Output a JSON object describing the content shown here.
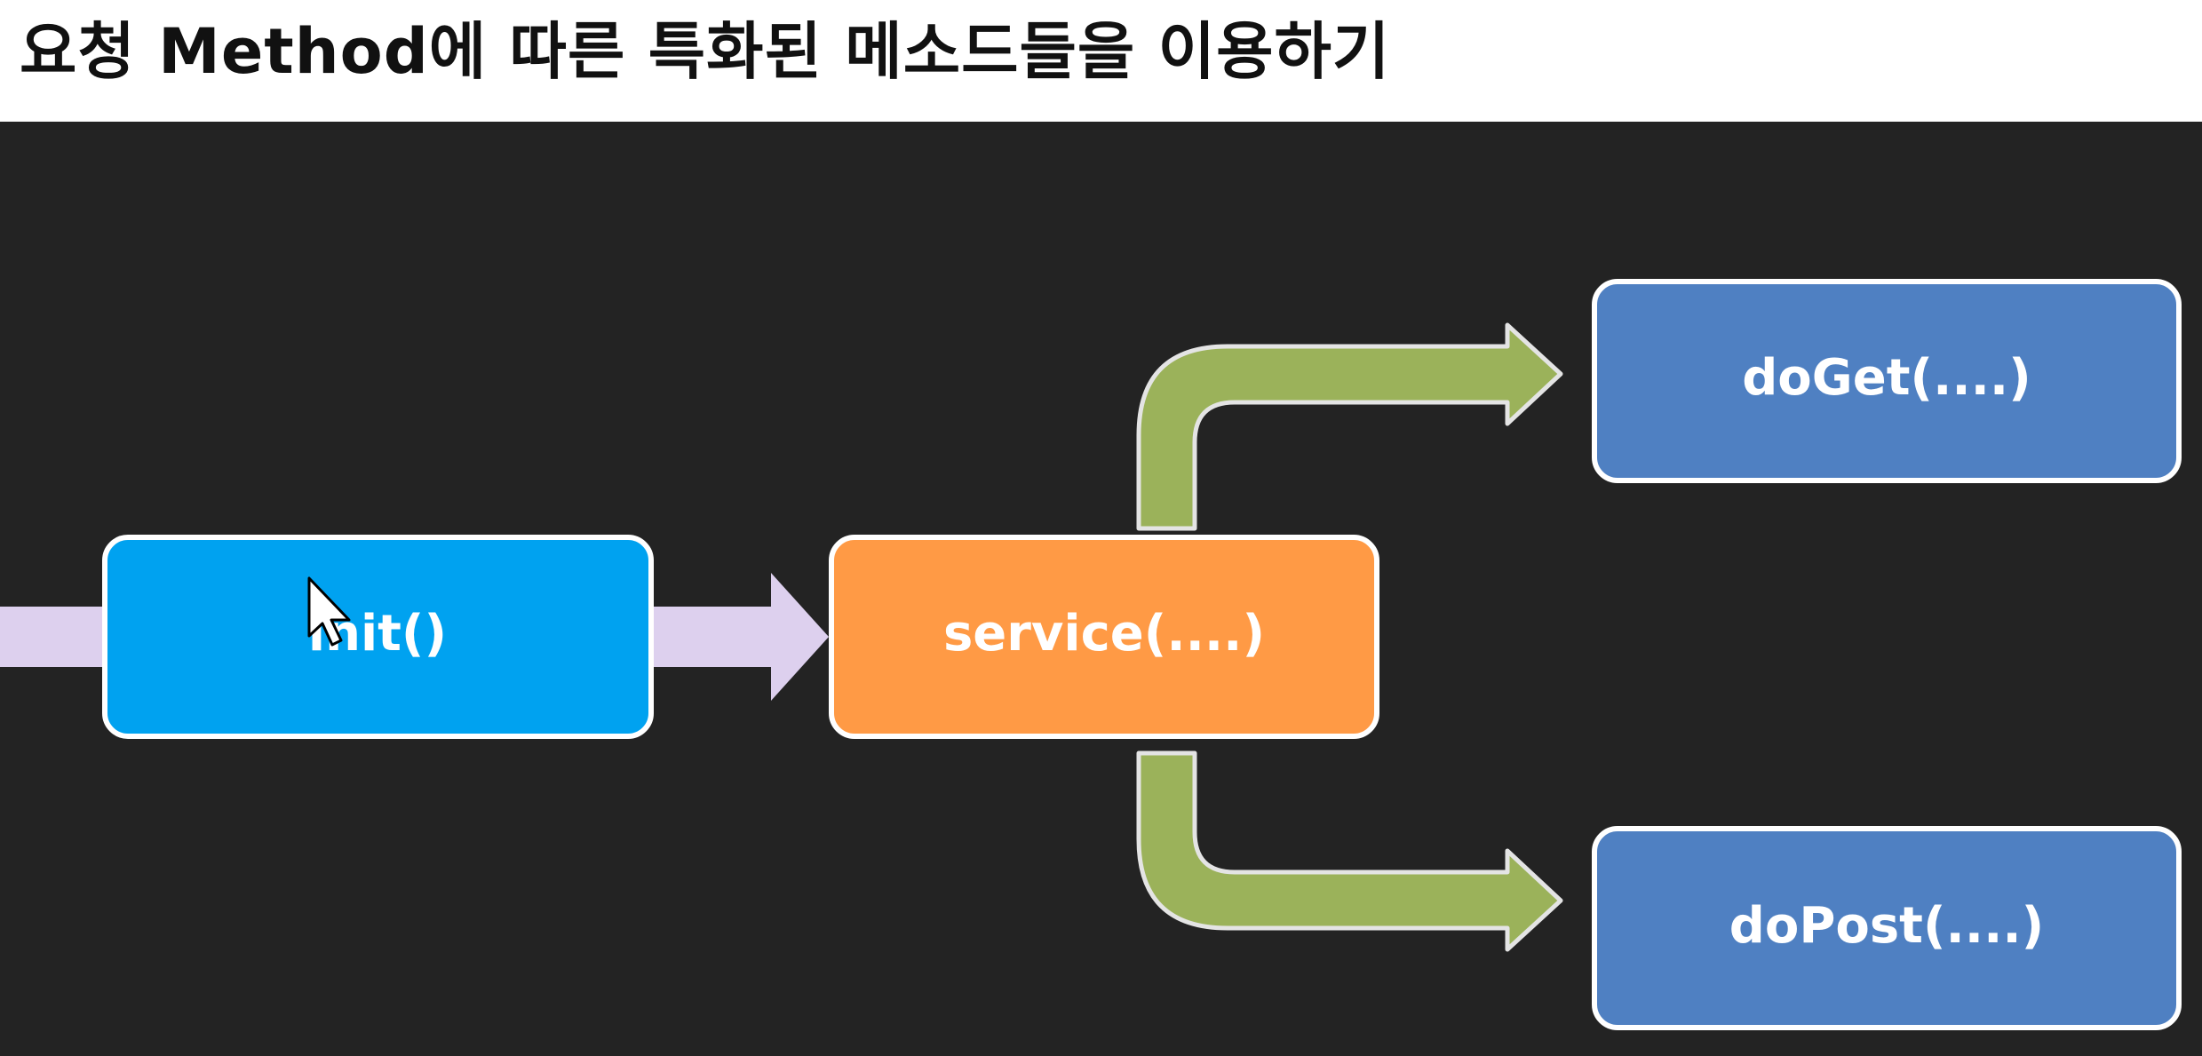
{
  "title": "요청 Method에 따른 특화된 메소드들을 이용하기",
  "diagram": {
    "nodes": {
      "init": {
        "label": "init()",
        "color": "#00a2f0"
      },
      "service": {
        "label": "service(....)",
        "color": "#ff9a45"
      },
      "doGet": {
        "label": "doGet(....)",
        "color": "#4f80c2"
      },
      "doPost": {
        "label": "doPost(....)",
        "color": "#4f80c2"
      }
    },
    "edges": [
      {
        "from": "(left edge)",
        "to": "init",
        "color": "#ddd0ee"
      },
      {
        "from": "init",
        "to": "service",
        "color": "#ddd0ee"
      },
      {
        "from": "service",
        "to": "doGet",
        "color": "#9bb25a"
      },
      {
        "from": "service",
        "to": "doPost",
        "color": "#9bb25a"
      }
    ],
    "background": "#232323",
    "border_color": "#ffffff"
  }
}
